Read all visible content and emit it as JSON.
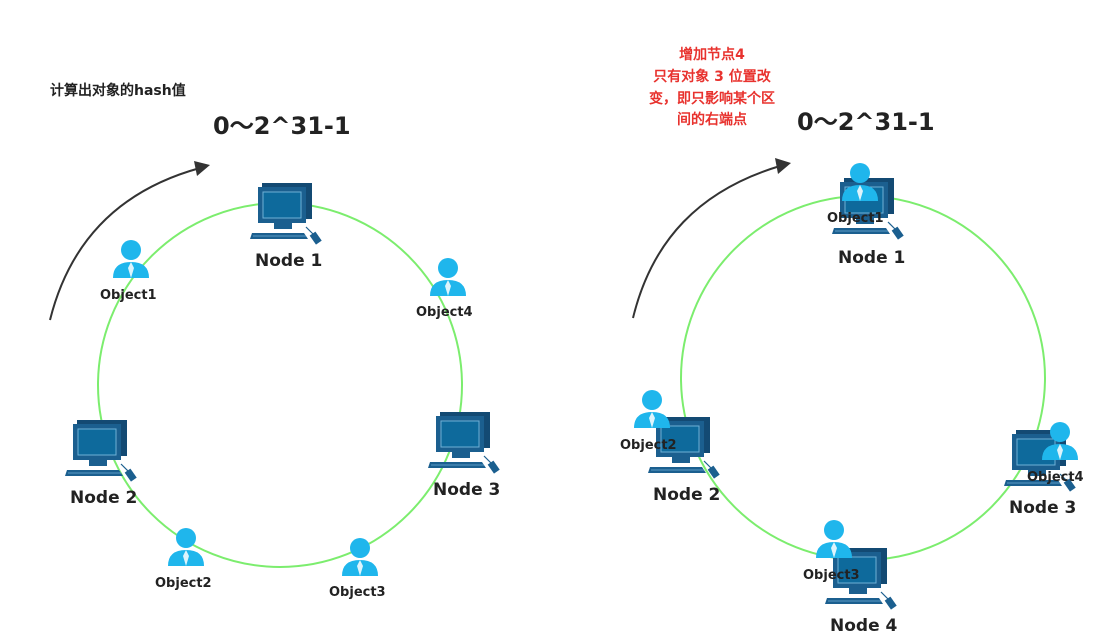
{
  "left": {
    "caption": "计算出对象的hash值",
    "range": "0～2^31-1",
    "nodes": [
      "Node 1",
      "Node 2",
      "Node 3"
    ],
    "objects": [
      "Object1",
      "Object2",
      "Object3",
      "Object4"
    ]
  },
  "right": {
    "note_lines": [
      "增加节点4",
      "只有对象 3 位置改",
      "变，即只影响某个区",
      "间的右端点"
    ],
    "range": "0～2^31-1",
    "nodes": [
      "Node 1",
      "Node 2",
      "Node 3",
      "Node 4"
    ],
    "objects": [
      "Object1",
      "Object2",
      "Object3",
      "Object4"
    ]
  },
  "colors": {
    "ring": "#7ced6e",
    "computer": "#1b5f8f",
    "computer_screen": "#0e6a9c",
    "user": "#1fb6ec",
    "arrow": "#333333",
    "note": "#e8322e",
    "text": "#222222"
  },
  "icons": {
    "node": "computer-icon",
    "object": "user-icon"
  }
}
